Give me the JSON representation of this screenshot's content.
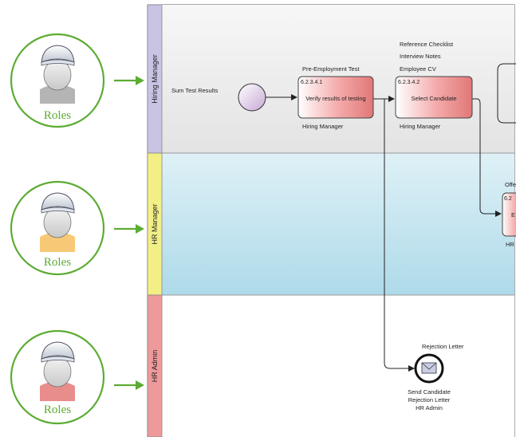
{
  "lanes": [
    {
      "label": "Hiring Manager",
      "color": "#c9c3e4"
    },
    {
      "label": "HR Manager",
      "color": "#f3ef87"
    },
    {
      "label": "HR Admin",
      "color": "#ef9a9a"
    }
  ],
  "roles": [
    {
      "label": "Roles",
      "shirt_color": "#b4b4b4"
    },
    {
      "label": "Roles",
      "shirt_color": "#f7c977"
    },
    {
      "label": "Roles",
      "shirt_color": "#e98c8c"
    }
  ],
  "start_event": {
    "label": "Sum Test Results"
  },
  "tasks": [
    {
      "id": "6.2.3.4.1",
      "name": "Verify results of testing",
      "input": "Pre-Employment Test",
      "performer": "Hiring Manager"
    },
    {
      "id": "6.2.3.4.2",
      "name": "Select Candidate",
      "inputs": [
        "Reference Checklist",
        "Interview Notes",
        "Employee CV"
      ],
      "performer": "Hiring Manager"
    }
  ],
  "partial_task": {
    "id_fragment": "6.2",
    "name_fragment": "E",
    "input_fragment": "Offe",
    "performer_fragment": "HR"
  },
  "message_event": {
    "input": "Rejection Letter",
    "label_line1": "Send Candidate",
    "label_line2": "Rejection Letter",
    "performer": "HR Admin"
  },
  "colors": {
    "accent_green": "#5cac33",
    "hr_manager_band": "#bfe3ef",
    "task_fill": "#f19d9d"
  }
}
